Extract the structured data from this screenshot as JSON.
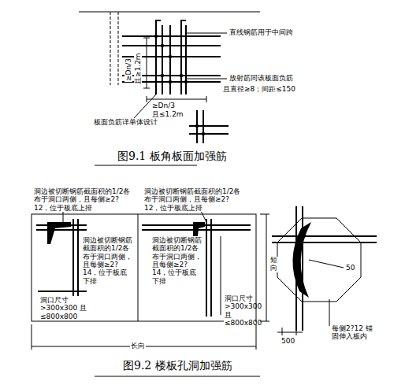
{
  "diagram": {
    "caption": "图9.2 楼板孔洞加强筋",
    "labels": [
      "≥Dn/3",
      "且≥1.2m",
      "直线钢筋用于中间跨",
      "放射筋同该板面负筋",
      "且直径≥8；间距≤150",
      "≥Dn/3",
      "且≤1.2m",
      "板面负筋详单体设计",
      "图9.1 板角板面加强筋",
      "洞边被切断钢筋截面积的1/2各布于洞口两侧，且每侧≥2?12，位于板底上排",
      "洞边被切断钢筋截面积的1/2各布于洞口两侧，且每侧≥2?12，位于板底上排",
      "洞边被切断钢筋截面积的1/2各布于洞口两侧，且每侧≥2?14，位于板底下排",
      "洞边被切断钢筋截面积的1/2各布于洞口两侧，且每侧≥2?14，位于板底下排",
      "洞口尺寸>300x300 且≤800x800",
      "洞口尺寸>300x300 且≤800x800",
      "短向",
      "长向",
      "50",
      "500",
      "每侧2?12 锚固伸入板内"
    ]
  }
}
